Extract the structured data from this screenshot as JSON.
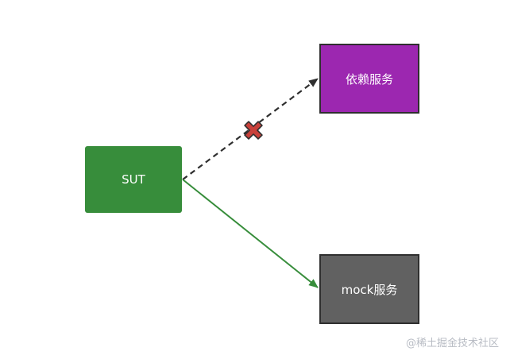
{
  "nodes": {
    "sut": {
      "label": "SUT",
      "fill": "#378d3b"
    },
    "dependency": {
      "label": "依赖服务",
      "fill": "#9c27b0",
      "stroke": "#2f2f2f"
    },
    "mock": {
      "label": "mock服务",
      "fill": "#616161",
      "stroke": "#2f2f2f"
    }
  },
  "edges": [
    {
      "from": "sut",
      "to": "dependency",
      "style": "dashed",
      "color": "#2f2f2f",
      "blocked": true
    },
    {
      "from": "sut",
      "to": "mock",
      "style": "solid",
      "color": "#378d3b",
      "blocked": false
    }
  ],
  "blocked_marker": {
    "icon": "cross-icon",
    "fill": "#c8403a",
    "stroke": "#2f2f2f"
  },
  "watermark": "@稀土掘金技术社区"
}
